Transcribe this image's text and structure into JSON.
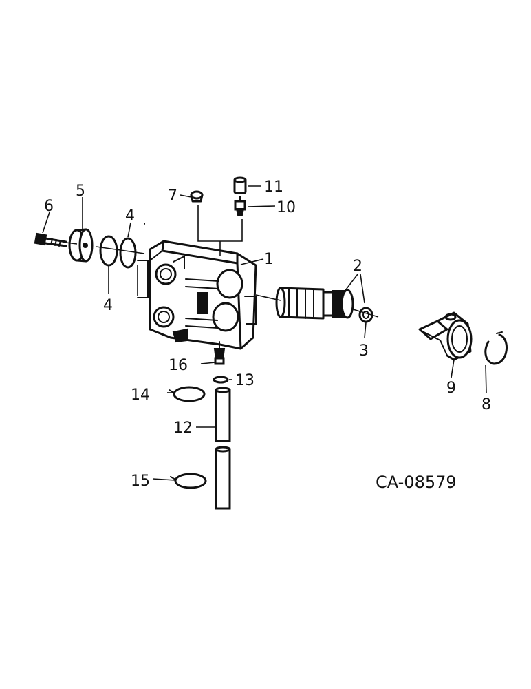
{
  "drawing_number": "CA-08579",
  "callouts": {
    "c1": "1",
    "c2": "2",
    "c3": "3",
    "c4a": "4",
    "c4b": "4",
    "c5": "5",
    "c6": "6",
    "c7": "7",
    "c8": "8",
    "c9": "9",
    "c10": "10",
    "c11": "11",
    "c12": "12",
    "c13": "13",
    "c14": "14",
    "c15": "15",
    "c16": "16"
  }
}
